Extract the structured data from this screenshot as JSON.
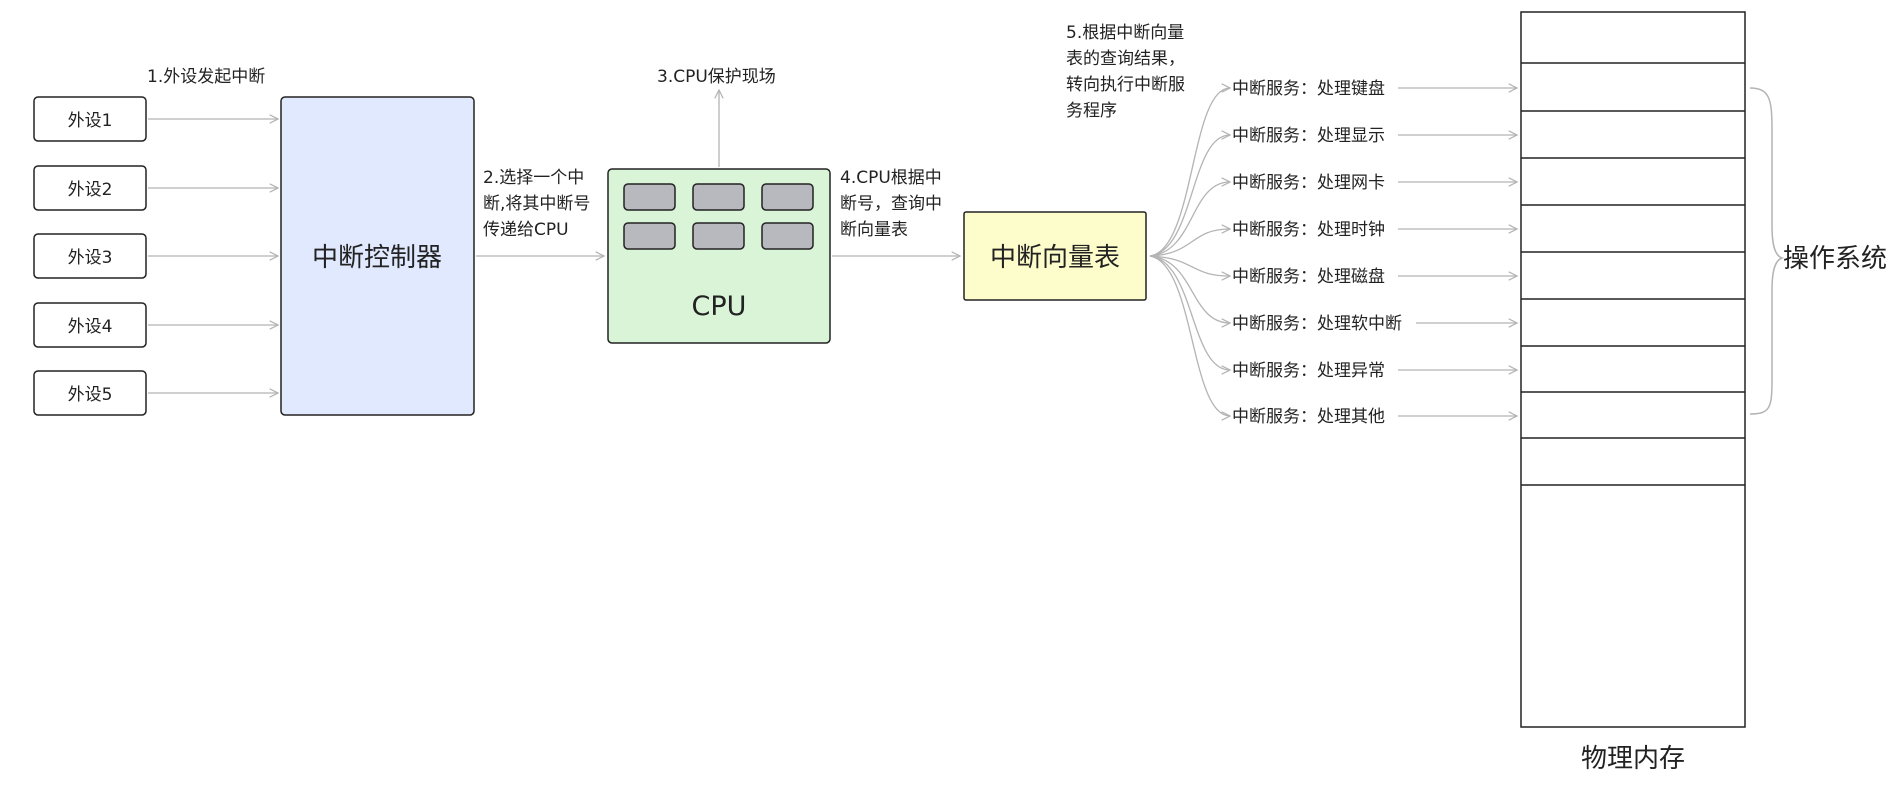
{
  "devices": [
    "外设1",
    "外设2",
    "外设3",
    "外设4",
    "外设5"
  ],
  "controller": "中断控制器",
  "cpu": "CPU",
  "vector_table": "中断向量表",
  "steps": {
    "s1": "1.外设发起中断",
    "s2": [
      "2.选择一个中",
      "断,将其中断号",
      "传递给CPU"
    ],
    "s3": "3.CPU保护现场",
    "s4": [
      "4.CPU根据中",
      "断号，查询中",
      "断向量表"
    ],
    "s5": [
      "5.根据中断向量",
      "表的查询结果，",
      "转向执行中断服",
      "务程序"
    ]
  },
  "services": [
    "中断服务：处理键盘",
    "中断服务：处理显示",
    "中断服务：处理网卡",
    "中断服务：处理时钟",
    "中断服务：处理磁盘",
    "中断服务：处理软中断",
    "中断服务：处理异常",
    "中断服务：处理其他"
  ],
  "os_label": "操作系统",
  "memory_label": "物理内存",
  "colors": {
    "controller_fill": "#e0e9fd",
    "cpu_fill": "#d9f4d6",
    "register_fill": "#b8b9bf",
    "vector_fill": "#fdfccb",
    "line": "#b4b4b4",
    "border": "#222222"
  }
}
